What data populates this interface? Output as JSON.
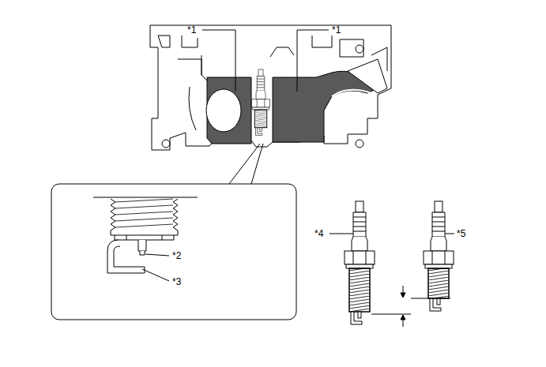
{
  "diagram": {
    "labels": [
      "*1",
      "*1",
      "*2",
      "*3",
      "*4",
      "*5"
    ]
  }
}
